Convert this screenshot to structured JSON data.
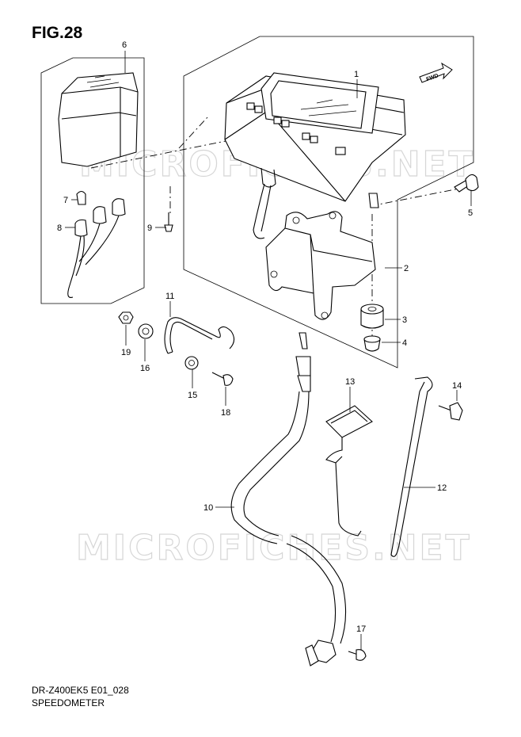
{
  "figure": {
    "title": "FIG.28"
  },
  "footer": {
    "model_code": "DR-Z400EK5 E01_028",
    "section_name": "SPEEDOMETER"
  },
  "watermark": {
    "text": "MICROFICHES.NET"
  },
  "direction_arrow": {
    "label": "FWD"
  },
  "callouts": [
    {
      "id": "c1",
      "number": "1"
    },
    {
      "id": "c2",
      "number": "2"
    },
    {
      "id": "c3",
      "number": "3"
    },
    {
      "id": "c4",
      "number": "4"
    },
    {
      "id": "c5",
      "number": "5"
    },
    {
      "id": "c6",
      "number": "6"
    },
    {
      "id": "c7",
      "number": "7"
    },
    {
      "id": "c8",
      "number": "8"
    },
    {
      "id": "c9",
      "number": "9"
    },
    {
      "id": "c10",
      "number": "10"
    },
    {
      "id": "c11",
      "number": "11"
    },
    {
      "id": "c12",
      "number": "12"
    },
    {
      "id": "c13",
      "number": "13"
    },
    {
      "id": "c14",
      "number": "14"
    },
    {
      "id": "c15",
      "number": "15"
    },
    {
      "id": "c16",
      "number": "16"
    },
    {
      "id": "c17",
      "number": "17"
    },
    {
      "id": "c18",
      "number": "18"
    },
    {
      "id": "c19",
      "number": "19"
    }
  ]
}
